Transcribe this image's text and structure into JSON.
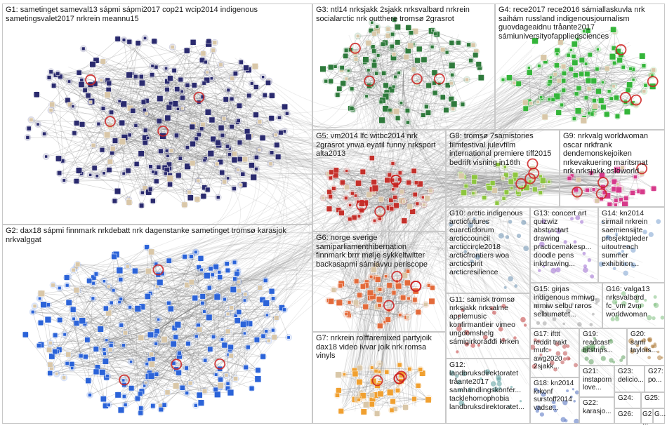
{
  "groups": [
    {
      "id": "G1",
      "label": "G1: sametinget sameval13 sápmi sápmi2017 cop21 wcip2014 indigenous\nsametingsvalet2017 nrkrein meannu15",
      "color": "#2a2a6e"
    },
    {
      "id": "G2",
      "label": "G2: dax18 sápmi finnmark nrkdebatt nrk dagenstanke sametinget tromsø karasjok\nnrkvalggat",
      "color": "#2b63d8"
    },
    {
      "id": "G3",
      "label": "G3: ntl14 nrksjakk 2sjakk nrksvalbard nrkrein\nsocialarctic nrk outthere tromsø 2grasrot",
      "color": "#2f7a3c"
    },
    {
      "id": "G4",
      "label": "G4: rece2017 rece2016 sámiallaskuvla nrk\nsaihám russland indigenousjournalism\nguovdageaidnu tråante2017\nsámiuniversityofappliedsciences",
      "color": "#34b53a"
    },
    {
      "id": "G5",
      "label": "G5: vm2014 lfc witbc2014 nrk\n2grasrot ynwa eyatil funny nrksport\nalta2013",
      "color": "#c4302b"
    },
    {
      "id": "G6",
      "label": "G6: norge sverige\nsamiparliamenthibernation\nfinnmark brrr mølje sykkeltwitter\nbackasapmi sámiávvu periscope",
      "color": "#e36a3a"
    },
    {
      "id": "G7",
      "label": "G7: nrkrein rolffaremixed partyjoik\ndax18 video ivvar joik nrk romsa\nvinyls",
      "color": "#f0a030"
    },
    {
      "id": "G8",
      "label": "G8: tromsø 7samistories\nfilmfestival julevfilm\ninternational premiere tiff2015\nbedrift visning in16th",
      "color": "#8dc63f"
    },
    {
      "id": "G9",
      "label": "G9: nrkvalg worldwoman\noscar nrkfrank\ndendemonskejoiken\nnrkevakuering maritsmat\nnrk nrksjakk osloworld",
      "color": "#d63a8a"
    },
    {
      "id": "G10",
      "label": "G10: arctic indigenous\narcticfutures\neuarcticforum\narcticcouncil\narcticcircle2018\narcticfrontiers woa\narcticspirit\narcticresilience",
      "color": "#6a8fb0"
    },
    {
      "id": "G11",
      "label": "G11: samisk tromsø\nnrksjakk nrksalme\napplemusic\nkonfirmantleir vimeo\nungdomshelg\nsámigirkoráđđi kirken",
      "color": "#c44040"
    },
    {
      "id": "G12",
      "label": "G12:\nlandbruksdirektoratet\ntråante2017\nsamhandlingskonfer...\ntacklehomophobia\nlandbruksdirektoratet...",
      "color": "#5a9f9f"
    },
    {
      "id": "G13",
      "label": "G13: concert art\nquizwiz\nabstractart\ndrawing\npracticemakesp...\ndoodle pens\ninkdrawing...",
      "color": "#9a6ad0"
    },
    {
      "id": "G14",
      "label": "G14: kn2014\nsirmail nrkrein\nsaemiensijte\nprosjektgleder\nuitoutreach\nsummer\nexhibition...",
      "color": "#7aa0d0"
    },
    {
      "id": "G15",
      "label": "G15: girjas\nindigenous mmiwg\nmmiw selbu røros\nselbumøtet...",
      "color": "#a0a0a0"
    },
    {
      "id": "G16",
      "label": "G16: valga13\nnrksvalbard\nfc_vm 2vm\nworldwoman",
      "color": "#80c080"
    },
    {
      "id": "G17",
      "label": "G17: ifttt\nreddit trakt\nmufc\nawg2020\n2sjakk...",
      "color": "#c05050"
    },
    {
      "id": "G18",
      "label": "G18: kn2014\nkrkonf\nsurstoff2014\nvadsø...",
      "color": "#5070c0"
    },
    {
      "id": "G19",
      "label": "G19:\nreadcast\nbitstrips...",
      "color": "#60a060"
    },
    {
      "id": "G20",
      "label": "G20:\nsami\ntaylors...",
      "color": "#b08040"
    },
    {
      "id": "G21",
      "label": "G21:\ninstaporn\nlove...",
      "color": "#a050a0"
    },
    {
      "id": "G22",
      "label": "G22:\nkarasjo...",
      "color": "#5090a0"
    },
    {
      "id": "G23",
      "label": "G23:\ndelicio...",
      "color": "#a0a040"
    },
    {
      "id": "G24",
      "label": "G24:",
      "color": "#6060a0"
    },
    {
      "id": "G25",
      "label": "G25:",
      "color": "#a06060"
    },
    {
      "id": "G26",
      "label": "G26:",
      "color": "#60a0a0"
    },
    {
      "id": "G27",
      "label": "G27:\npo...",
      "color": "#808080"
    },
    {
      "id": "G28",
      "label": "G2\n...",
      "color": "#808080"
    },
    {
      "id": "G29",
      "label": "G...",
      "color": "#808080"
    },
    {
      "id": "G30",
      "label": "G",
      "color": "#808080"
    }
  ],
  "edge_color": "#8a8a8a"
}
